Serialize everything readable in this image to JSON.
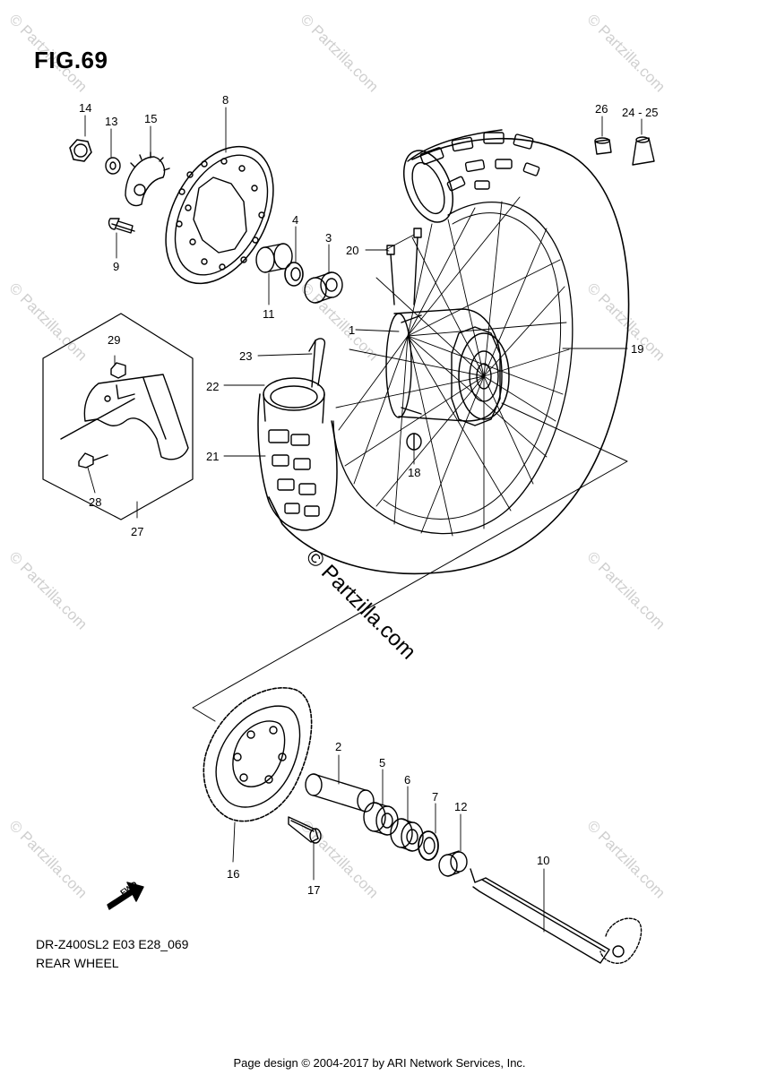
{
  "figure": {
    "title": "FIG.69",
    "model_code": "DR-Z400SL2 E03 E28_069",
    "section_name": "REAR WHEEL"
  },
  "footer": {
    "text": "Page design © 2004-2017 by ARI Network Services, Inc."
  },
  "watermark": {
    "text": "© Partzilla.com"
  },
  "direction_marker": "FWD",
  "callouts": {
    "c1": "1",
    "c2": "2",
    "c3": "3",
    "c4": "4",
    "c5": "5",
    "c6": "6",
    "c7": "7",
    "c8": "8",
    "c9": "9",
    "c10": "10",
    "c11": "11",
    "c12": "12",
    "c13": "13",
    "c14": "14",
    "c15": "15",
    "c16": "16",
    "c17": "17",
    "c18": "18",
    "c19": "19",
    "c20": "20",
    "c21": "21",
    "c22": "22",
    "c23": "23",
    "c2425": "24 - 25",
    "c26": "26",
    "c27": "27",
    "c28": "28",
    "c29": "29"
  }
}
